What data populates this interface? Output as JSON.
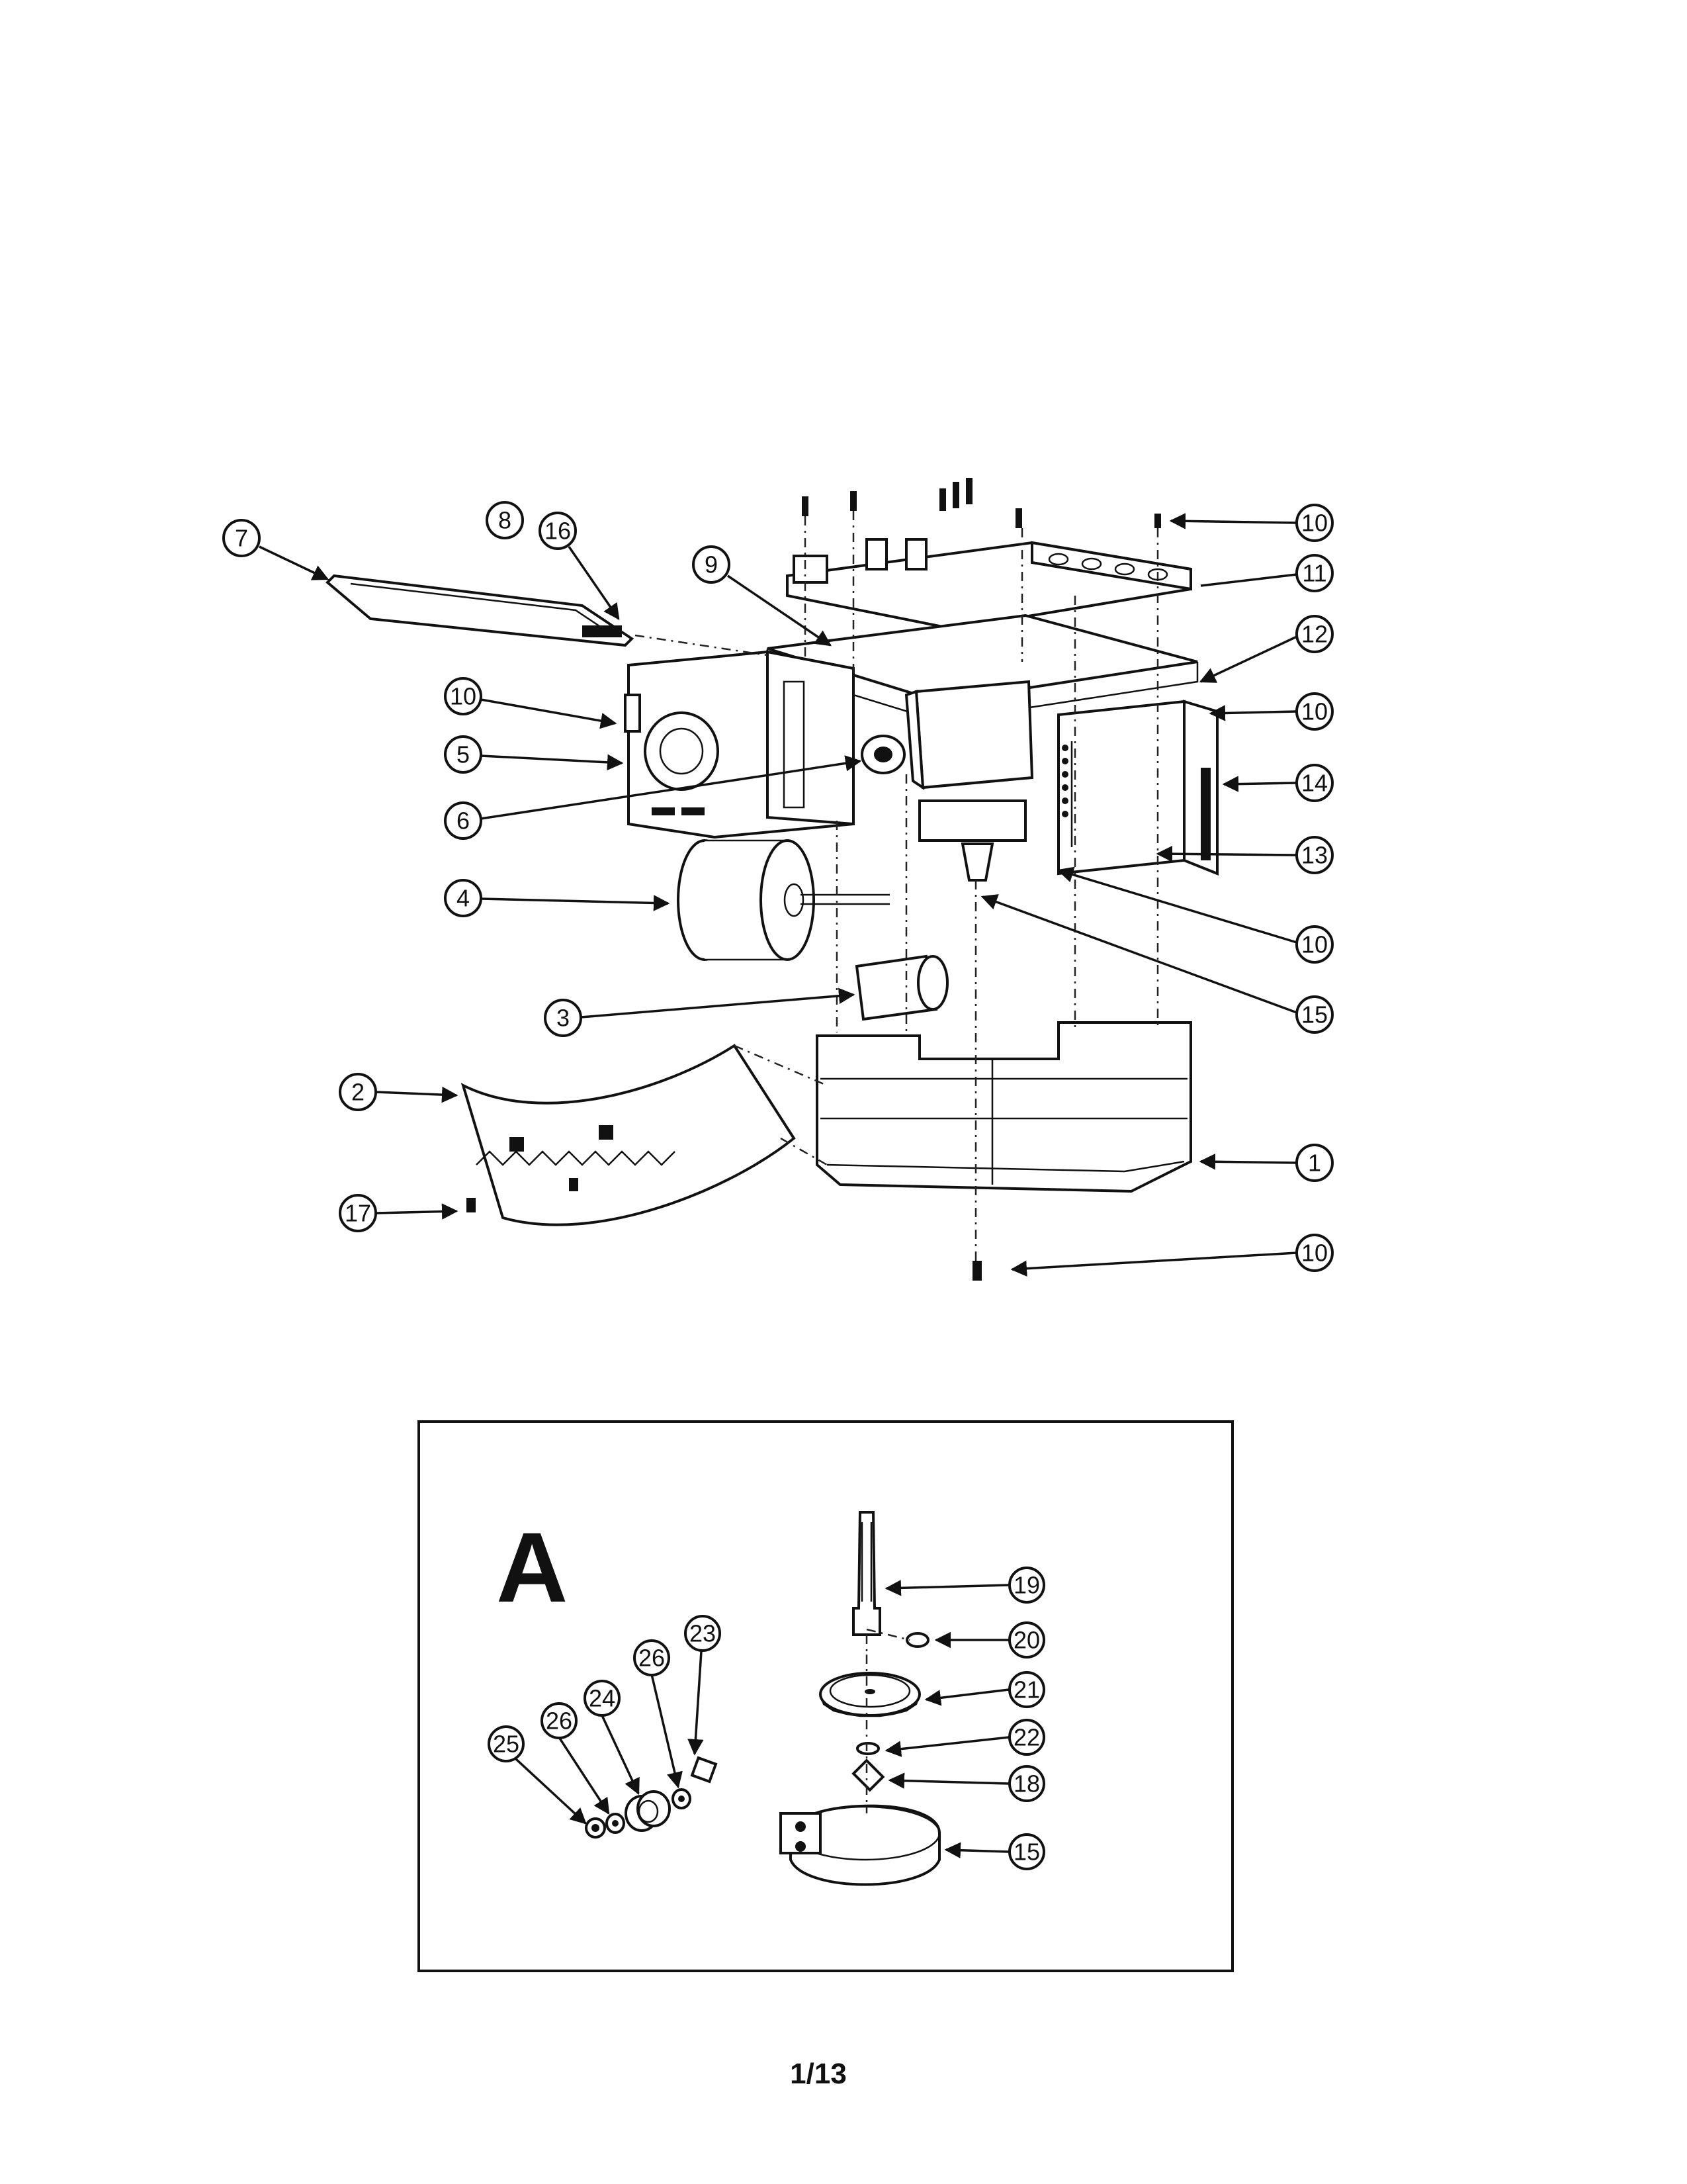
{
  "diagram": {
    "callouts": {
      "c1": "1",
      "c2": "2",
      "c3": "3",
      "c4": "4",
      "c5": "5",
      "c6": "6",
      "c7": "7",
      "c8": "8",
      "c9": "9",
      "c10a": "10",
      "c10b": "10",
      "c10c": "10",
      "c10d": "10",
      "c10e": "10",
      "c11": "11",
      "c12": "12",
      "c13": "13",
      "c14": "14",
      "c15": "15",
      "c16": "16",
      "c17": "17"
    }
  },
  "inset": {
    "letter": "A",
    "callouts": {
      "c18": "18",
      "c19": "19",
      "c20": "20",
      "c21": "21",
      "c22": "22",
      "c23": "23",
      "c24": "24",
      "c25": "25",
      "c26a": "26",
      "c26b": "26",
      "c15": "15"
    }
  },
  "footer": {
    "page": "1/13"
  }
}
